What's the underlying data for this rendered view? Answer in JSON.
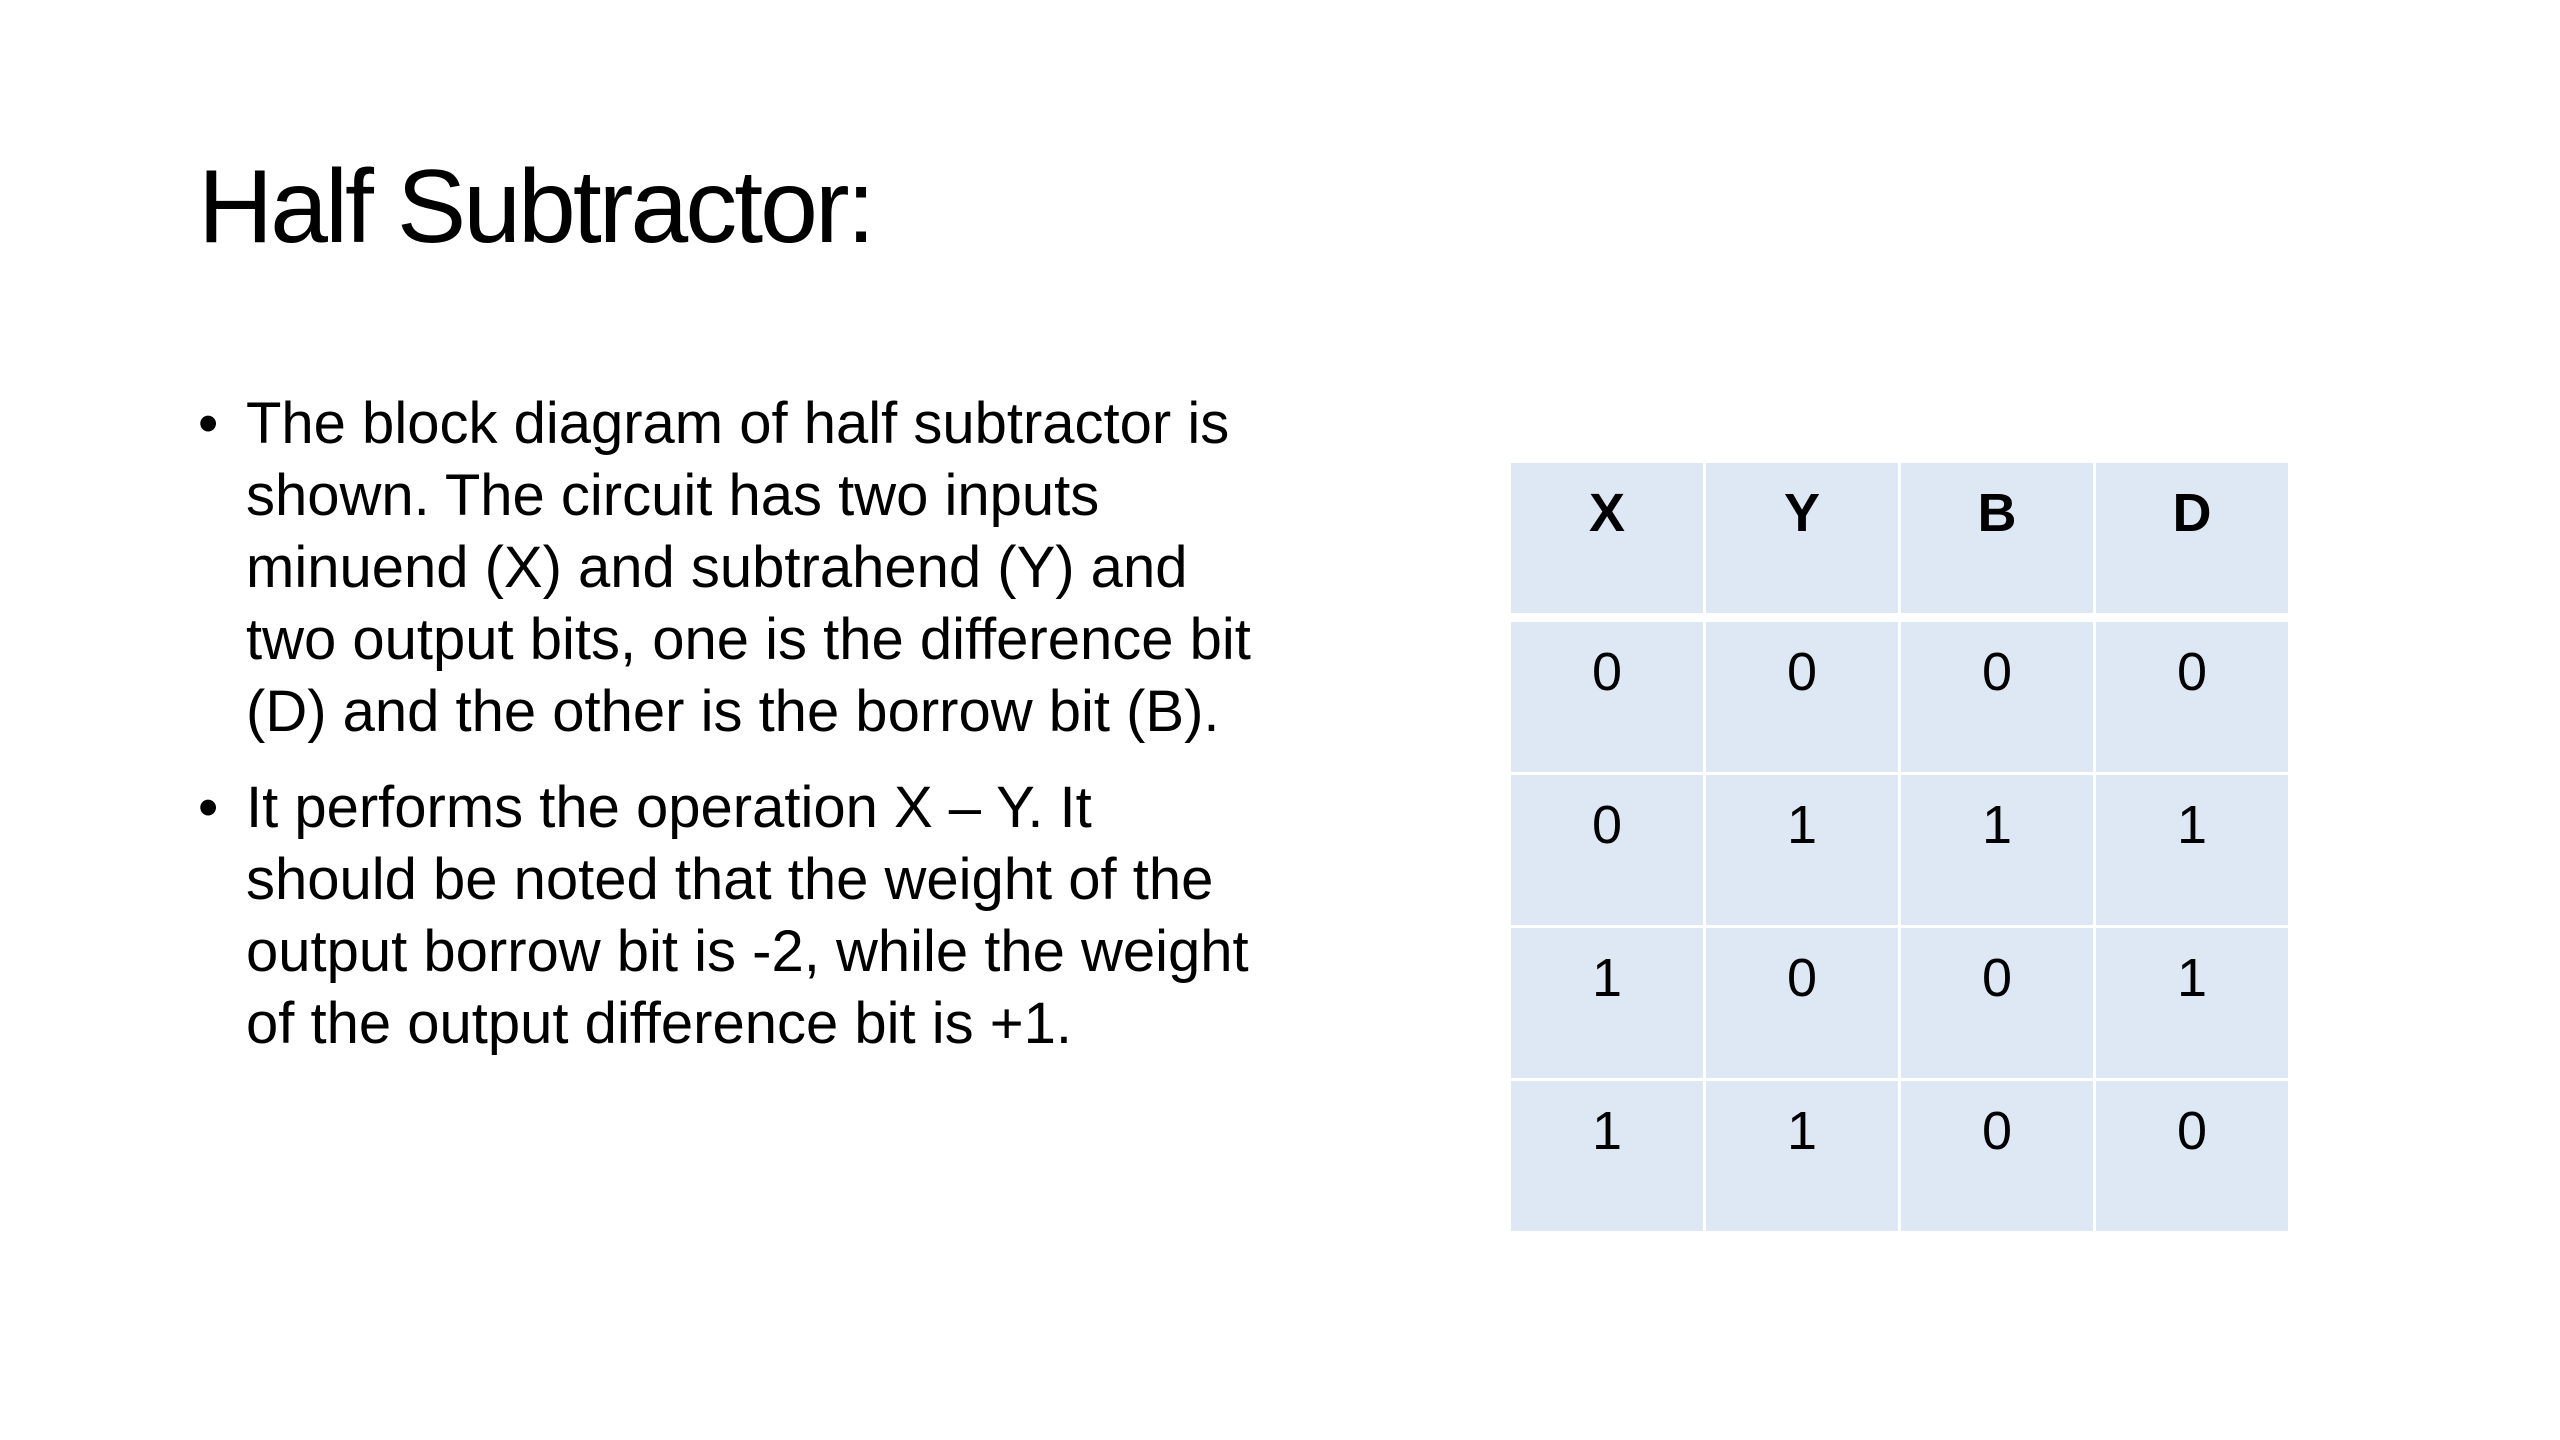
{
  "slide": {
    "title": "Half Subtractor:",
    "bullets": [
      "The block diagram of half subtractor is shown. The circuit has two inputs minuend (X) and subtrahend (Y) and two output bits, one is the difference bit (D) and the other is the borrow bit (B).",
      "It performs the operation X – Y. It should be noted that the weight of the output borrow bit is -2, while the weight of the output difference bit is +1."
    ],
    "bullet_glyph": "•",
    "table": {
      "headers": [
        "X",
        "Y",
        "B",
        "D"
      ],
      "rows": [
        [
          "0",
          "0",
          "0",
          "0"
        ],
        [
          "0",
          "1",
          "1",
          "1"
        ],
        [
          "1",
          "0",
          "0",
          "1"
        ],
        [
          "1",
          "1",
          "0",
          "0"
        ]
      ],
      "cell_color": "#dde8f4",
      "grid_color": "#ffffff"
    }
  }
}
